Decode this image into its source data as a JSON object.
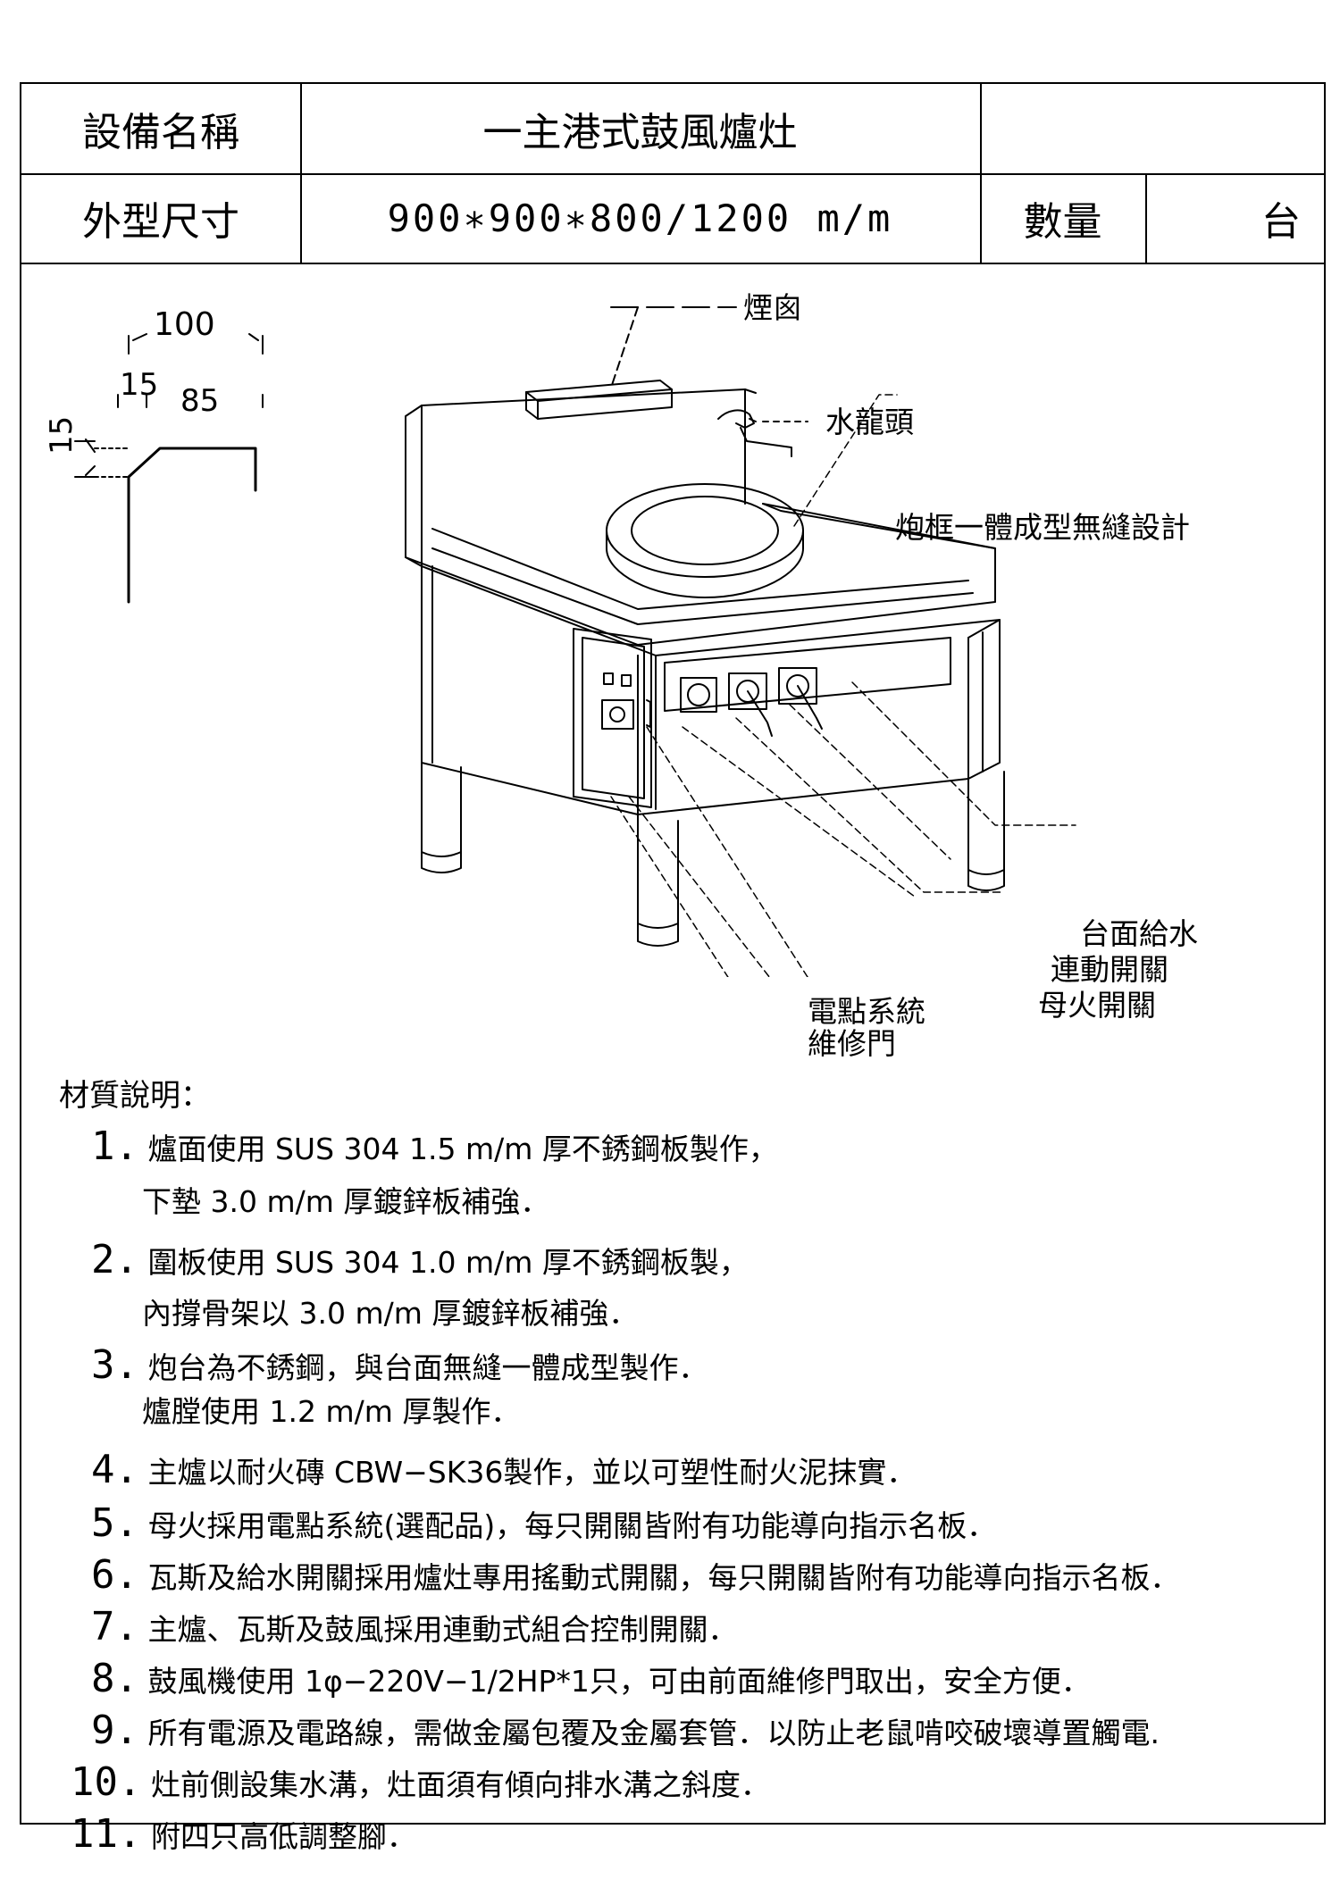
{
  "header": {
    "name_label": "設備名稱",
    "name_value": "一主港式鼓風爐灶",
    "size_label": "外型尺寸",
    "size_value": "900∗900∗800/1200  m/m",
    "qty_label": "數量",
    "unit_value": "台"
  },
  "profile_dims": {
    "top_width": "100",
    "left_offset": "15",
    "inner_width": "85",
    "height": "15"
  },
  "callouts": {
    "chimney": "煙囪",
    "faucet": "水龍頭",
    "frame": "炮框一體成型無縫設計",
    "water": "台面給水",
    "linked_switch": "連動開關",
    "pilot_switch": "母火開關",
    "door_line1": "電點系統",
    "door_line2": "維修門"
  },
  "notes_title": "材質說明：",
  "notes": [
    {
      "num": "1.",
      "text": "爐面使用 SUS 304 1.5 m/m 厚不銹鋼板製作，"
    },
    {
      "num": "",
      "text": "下墊 3.0 m/m 厚鍍鋅板補強．"
    },
    {
      "num": "2.",
      "text": "圍板使用 SUS 304 1.0 m/m 厚不銹鋼板製，"
    },
    {
      "num": "",
      "text": "內撐骨架以 3.0 m/m 厚鍍鋅板補強．"
    },
    {
      "num": "3.",
      "text": "炮台為不銹鋼，與台面無縫一體成型製作．"
    },
    {
      "num": "",
      "text": "爐膛使用 1.2 m/m 厚製作．"
    },
    {
      "num": "4.",
      "text": "主爐以耐火磚 CBW−SK36製作，並以可塑性耐火泥抹實．"
    },
    {
      "num": "5.",
      "text": "母火採用電點系統(選配品)，每只開關皆附有功能導向指示名板．"
    },
    {
      "num": "6.",
      "text": "瓦斯及給水開關採用爐灶專用搖動式開關，每只開關皆附有功能導向指示名板．"
    },
    {
      "num": "7.",
      "text": "主爐、瓦斯及鼓風採用連動式組合控制開關．"
    },
    {
      "num": "8.",
      "text": "鼓風機使用 1φ−220V−1/2HP*1只，可由前面維修門取出，安全方便．"
    },
    {
      "num": "9.",
      "text": "所有電源及電路線，需做金屬包覆及金屬套管．以防止老鼠啃咬破壞導置觸電."
    },
    {
      "num": "10.",
      "text": "灶前側設集水溝，灶面須有傾向排水溝之斜度．"
    },
    {
      "num": "11.",
      "text": "附四只高低調整腳．"
    }
  ]
}
